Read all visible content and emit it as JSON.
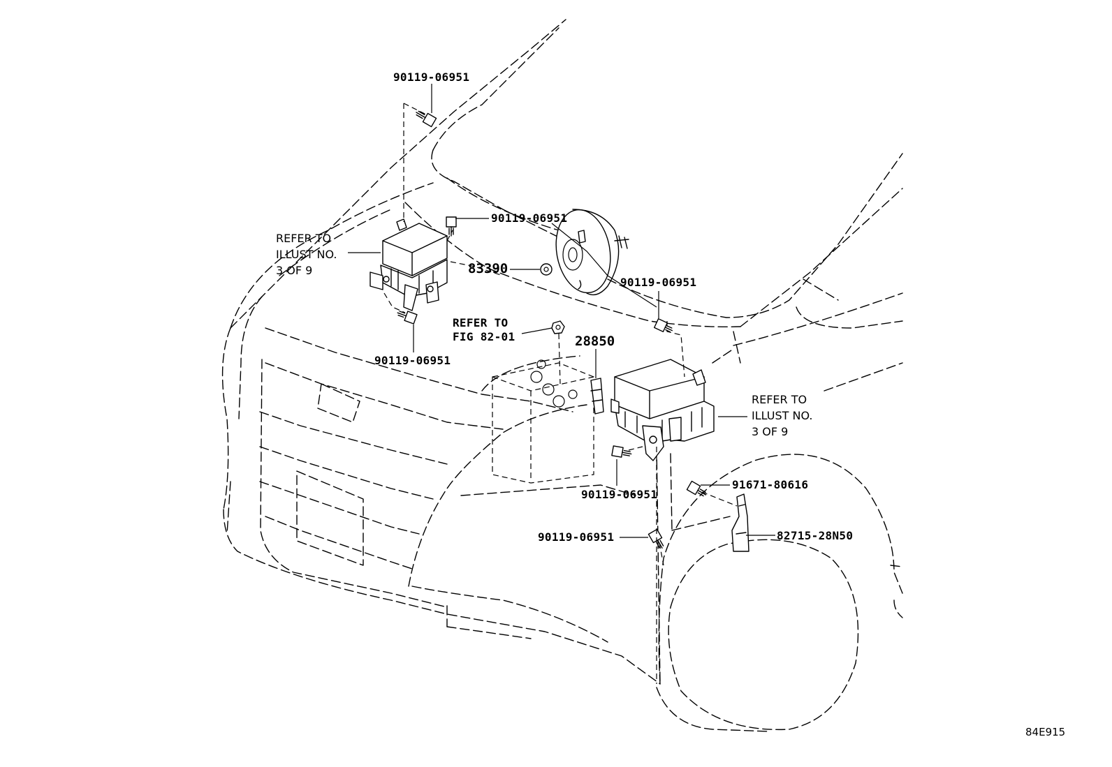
{
  "labels": {
    "p1": "90119-06951",
    "p2": "90119-06951",
    "p3": "83390",
    "p4": "90119-06951",
    "p5": "90119-06951",
    "p6": "REFER TO",
    "p7": "FIG 82-01",
    "p8": "28850",
    "p9": "90119-06951",
    "p10": "91671-80616",
    "p11": "90119-06951",
    "p12": "82715-28N50",
    "left_ref": [
      "REFER TO",
      "ILLUST NO.",
      "3 OF 9"
    ],
    "right_ref": [
      "REFER TO",
      "ILLUST NO.",
      "3 OF 9"
    ]
  },
  "figure_id": "84E915"
}
